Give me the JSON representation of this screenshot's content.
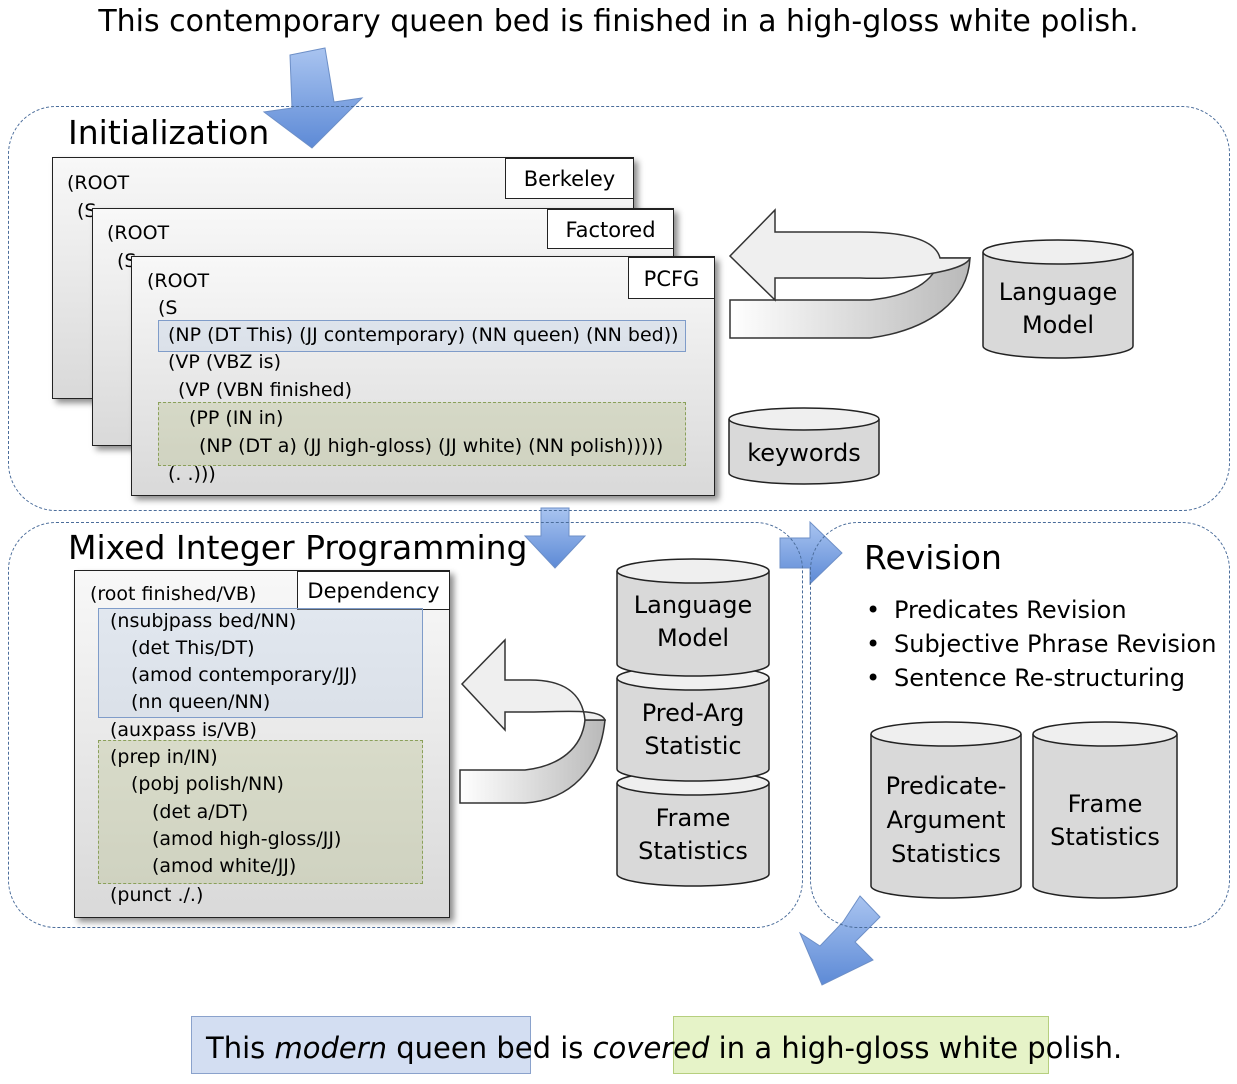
{
  "input_sentence": "This contemporary queen bed is finished in a high-gloss white polish.",
  "initialization": {
    "title": "Initialization",
    "berkeley": {
      "tag": "Berkeley",
      "lines": [
        "(ROOT",
        "(S"
      ]
    },
    "factored": {
      "tag": "Factored",
      "lines": [
        "(ROOT",
        "(S"
      ]
    },
    "pcfg": {
      "tag": "PCFG",
      "lines": [
        "(ROOT",
        "(S",
        "(NP (DT This) (JJ contemporary) (NN queen) (NN bed))",
        "(VP (VBZ is)",
        "(VP (VBN finished)",
        "(PP (IN in)",
        "(NP (DT a) (JJ high-gloss) (JJ white) (NN polish)))))",
        "(. .)))"
      ]
    },
    "language_model": [
      "Language",
      "Model"
    ],
    "keywords": "keywords"
  },
  "mip": {
    "title": "Mixed Integer Programming",
    "tag": "Dependency",
    "lines": [
      "(root finished/VB)",
      "(nsubjpass bed/NN)",
      "(det This/DT)",
      "(amod contemporary/JJ)",
      "(nn queen/NN)",
      "(auxpass is/VB)",
      "(prep in/IN)",
      "(pobj polish/NN)",
      "(det a/DT)",
      "(amod high-gloss/JJ)",
      "(amod white/JJ)",
      "(punct ./.)"
    ],
    "db_language_model": [
      "Language",
      "Model"
    ],
    "db_pred_arg": [
      "Pred-Arg",
      "Statistic"
    ],
    "db_frame": [
      "Frame",
      "Statistics"
    ]
  },
  "revision": {
    "title": "Revision",
    "bullets": [
      "Predicates Revision",
      "Subjective Phrase Revision",
      "Sentence Re-structuring"
    ],
    "bullet_char": "•",
    "db_predicate_argument": [
      "Predicate-",
      "Argument",
      "Statistics"
    ],
    "db_frame": [
      "Frame",
      "Statistics"
    ]
  },
  "output_sentence": {
    "part1": "This ",
    "part2_italic": "modern",
    "part3": " queen bed",
    "part4": " is ",
    "part5_italic": "covered",
    "part6": " in a high-gloss white polish."
  },
  "colors": {
    "arrow_blue": "#6f9be0",
    "section_border": "#4a6c9a",
    "highlight_blue": "#d3def2",
    "highlight_green": "#e6f3c8"
  }
}
